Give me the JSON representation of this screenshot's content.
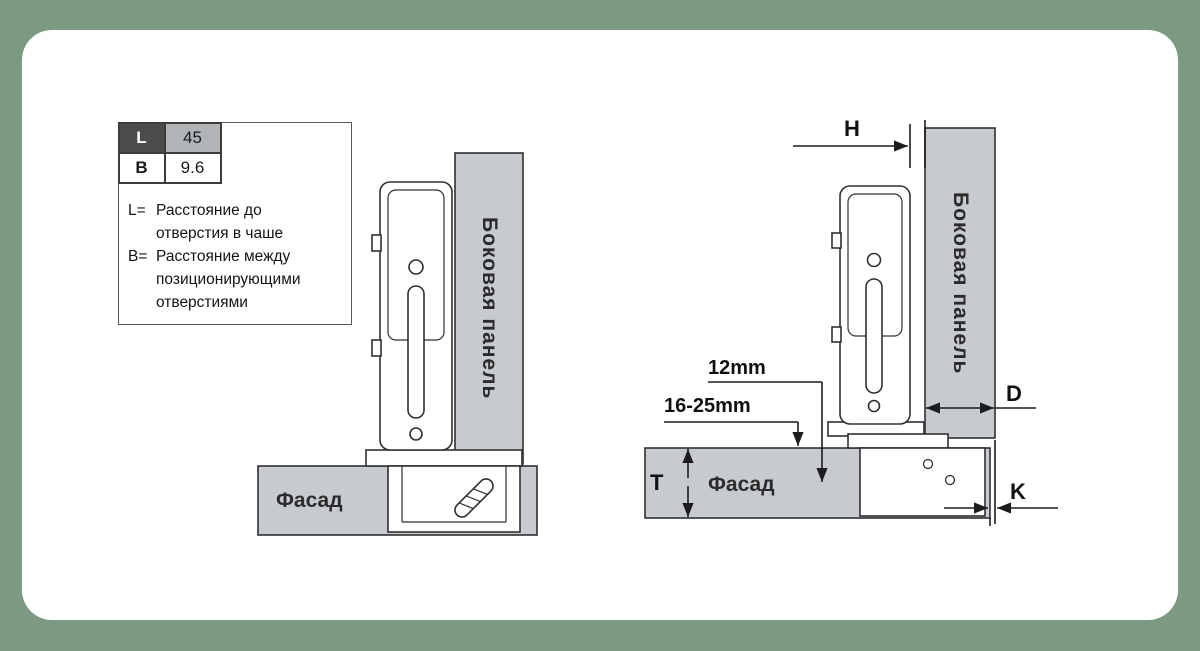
{
  "colors": {
    "background": "#7c9a82",
    "card": "#ffffff",
    "panel_fill": "#c7cbcf",
    "outline": "#2e3032",
    "table_label_bg": "#4a4c4e",
    "table_value_bg": "#b2b5b8"
  },
  "spec_table": {
    "rows": [
      {
        "label": "L",
        "value": "45"
      },
      {
        "label": "B",
        "value": "9.6"
      }
    ]
  },
  "legend": {
    "items": [
      {
        "prefix": "L=",
        "text": "Расстояние до отверстия в чаше"
      },
      {
        "prefix": "B=",
        "text": "Расстояние между позиционирующими отверстиями"
      }
    ]
  },
  "left_diagram": {
    "side_panel_label": "Боковая панель",
    "facade_label": "Фасад"
  },
  "right_diagram": {
    "side_panel_label": "Боковая панель",
    "facade_label": "Фасад",
    "dimensions": {
      "top_gap": "H",
      "panel_depth": "D",
      "edge_gap": "K",
      "facade_thickness": "T",
      "cup_distance": "12mm",
      "plate_range": "16-25mm"
    }
  }
}
